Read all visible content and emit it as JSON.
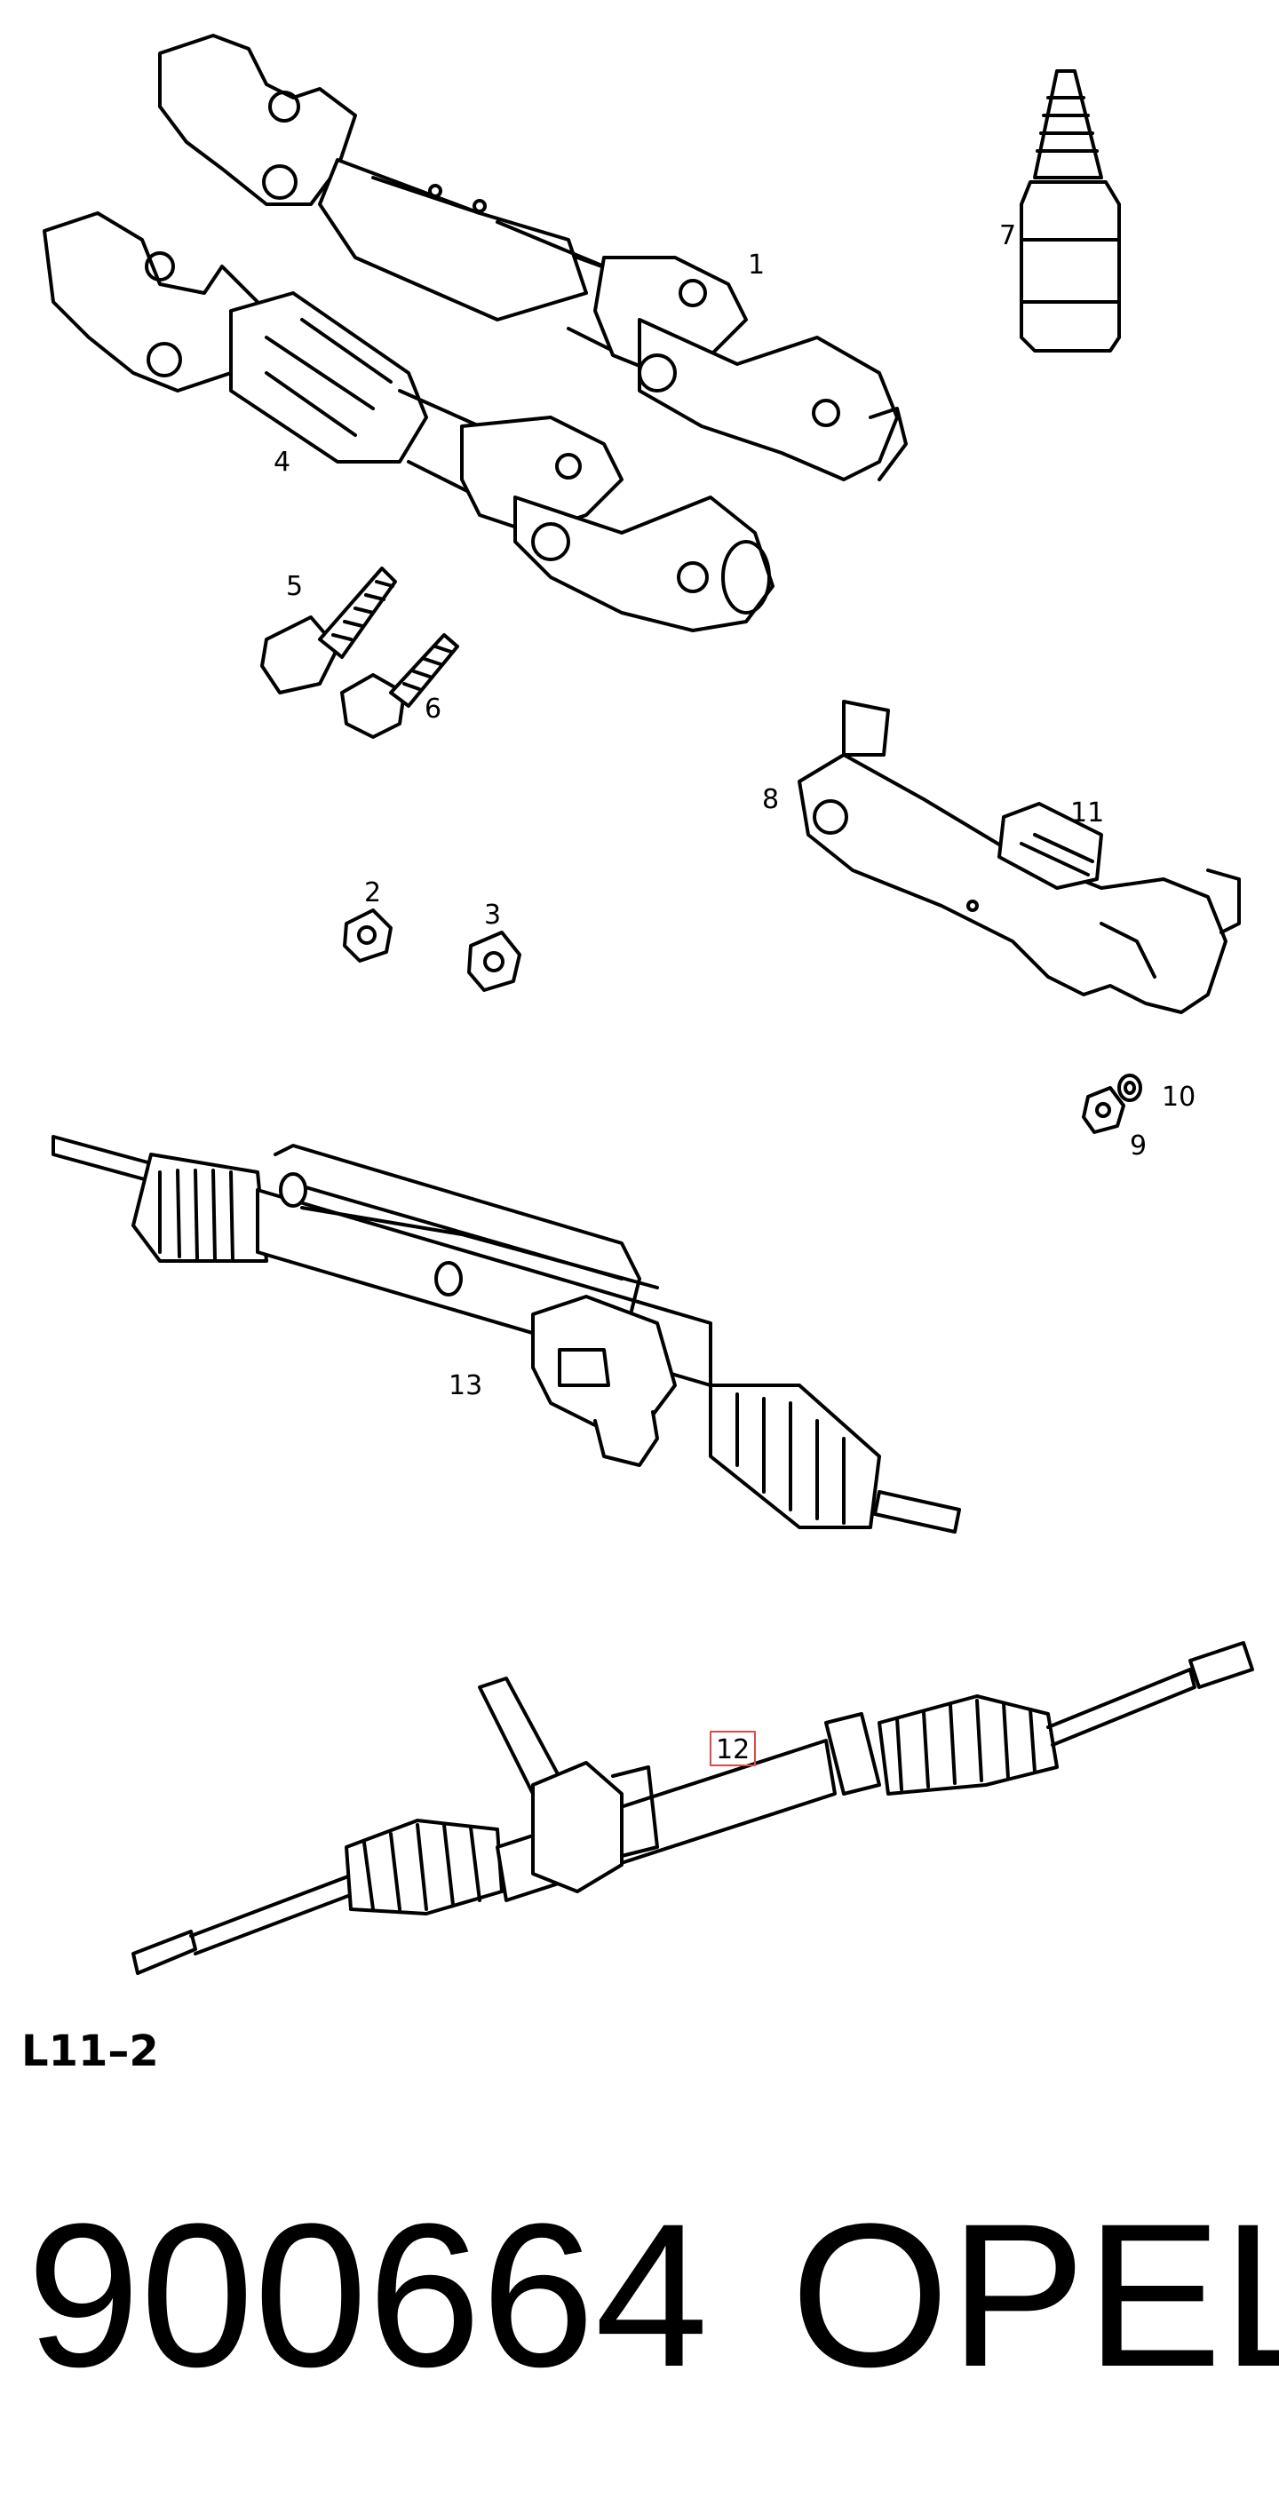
{
  "callouts": {
    "c1": "1",
    "c2": "2",
    "c3": "3",
    "c4": "4",
    "c5": "5",
    "c6": "6",
    "c7": "7",
    "c8": "8",
    "c9": "9",
    "c10": "10",
    "c11": "11",
    "c12": "12",
    "c13": "13"
  },
  "highlight_color": "#d94a4a",
  "diagram_code": "L11–2",
  "part_number": "900664",
  "brand": "OPEL"
}
